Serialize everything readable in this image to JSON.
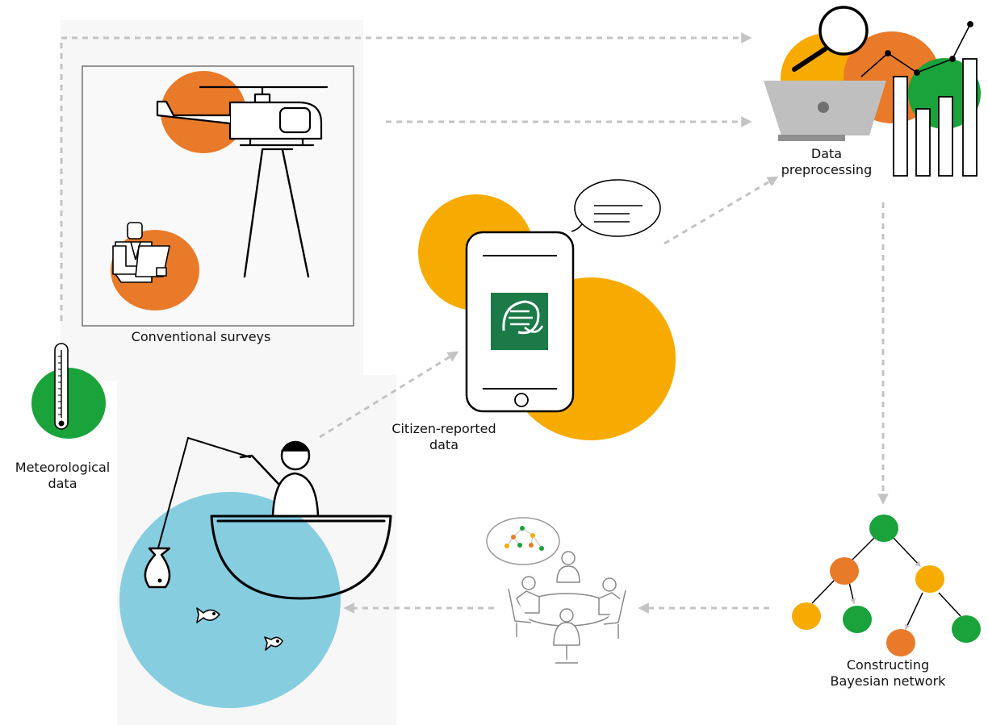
{
  "labels": {
    "conventional": [
      "Conventional surveys"
    ],
    "meteorological": [
      "Meteorological",
      "data"
    ],
    "citizen": [
      "Citizen-reported",
      "data"
    ],
    "preprocessing": [
      "Data",
      "preprocessing"
    ],
    "bayesian": [
      "Constructing",
      "Bayesian network"
    ]
  },
  "colors": {
    "orange": "#e87a2a",
    "yellow": "#f7ab00",
    "green": "#19a33a",
    "blue": "#86cde0",
    "panel": "#f7f7f7",
    "arrow": "#c3c3c3",
    "app_tile": "#1b7a48"
  },
  "icons": [
    "helicopter-icon",
    "surveyor-icon",
    "thermometer-icon",
    "smartphone-icon",
    "speech-bubble-icon",
    "app-logo-icon",
    "fisherman-boat-icon",
    "fish-icon",
    "laptop-icon",
    "magnifier-icon",
    "bar-chart-icon",
    "bayesian-network-icon",
    "meeting-table-icon"
  ]
}
